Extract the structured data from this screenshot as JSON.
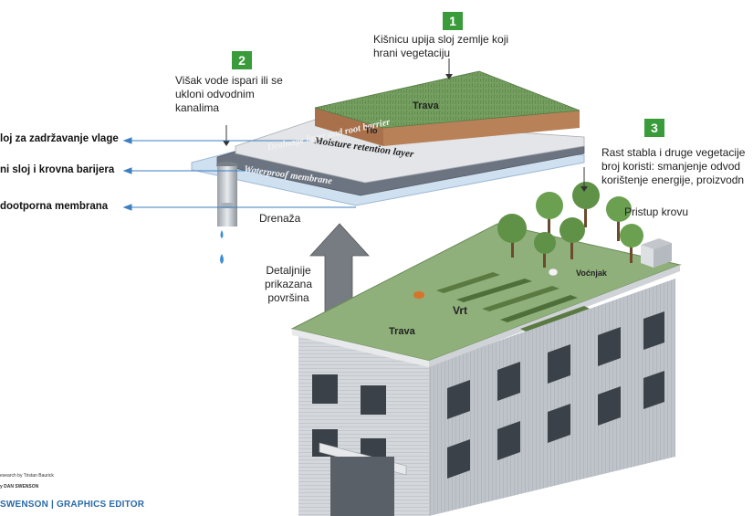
{
  "steps": [
    {
      "number": "1",
      "text_line1": "Kišnicu upija sloj zemlje koji",
      "text_line2": "hrani vegetaciju"
    },
    {
      "number": "2",
      "text_line1": "Višak vode ispari ili se",
      "text_line2": "ukloni odvodnim",
      "text_line3": "kanalima"
    },
    {
      "number": "3",
      "text_line1": "Rast stabla i druge vegetacije",
      "text_line2": "broj koristi: smanjenje odvod",
      "text_line3": "korištenje energije, proizvodn"
    }
  ],
  "left_labels": {
    "moisture": "loj za zadržavanje vlage",
    "drainage": "ni sloj i krovna barijera",
    "waterproof": "dootporna membrana"
  },
  "layers": {
    "moisture": "Moisture retention layer",
    "drainage": "Drainage layer and root barrier",
    "waterproof": "Waterproof membrane"
  },
  "on_image": {
    "trava_top": "Trava",
    "tlo": "Tlo",
    "drenaza": "Drenaža",
    "detail_line1": "Detaljnije",
    "detail_line2": "prikazana",
    "detail_line3": "površina",
    "trava_roof": "Trava",
    "vrt": "Vrt",
    "vocnjak": "Voćnjak",
    "pristup": "Pristup krovu"
  },
  "credits": {
    "research": "esearch by Tristan Baurick",
    "by": "y DAN SWENSON",
    "editor": "SWENSON | GRAPHICS EDITOR"
  },
  "colors": {
    "badge": "#3a9b3a",
    "arrow": "#3d7fc1",
    "grass": "#6f9a5e",
    "soil": "#b07a55",
    "building": "#c9ced4"
  }
}
